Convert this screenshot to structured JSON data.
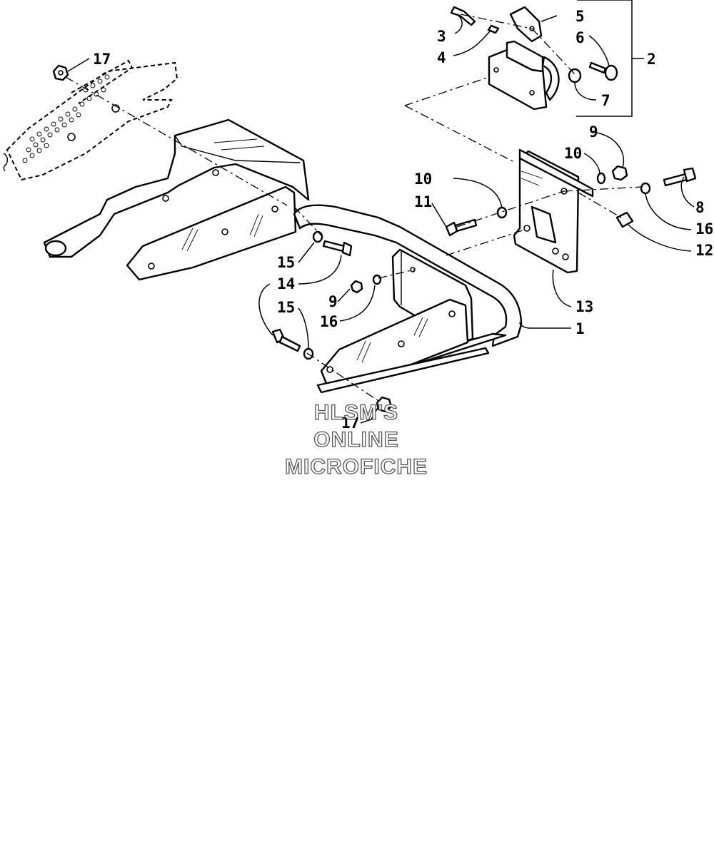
{
  "callouts": [
    {
      "id": "c1",
      "text": "1"
    },
    {
      "id": "c2",
      "text": "2"
    },
    {
      "id": "c3",
      "text": "3"
    },
    {
      "id": "c4",
      "text": "4"
    },
    {
      "id": "c5",
      "text": "5"
    },
    {
      "id": "c6",
      "text": "6"
    },
    {
      "id": "c7",
      "text": "7"
    },
    {
      "id": "c8",
      "text": "8"
    },
    {
      "id": "c9a",
      "text": "9"
    },
    {
      "id": "c9b",
      "text": "9"
    },
    {
      "id": "c10a",
      "text": "10"
    },
    {
      "id": "c10b",
      "text": "10"
    },
    {
      "id": "c11",
      "text": "11"
    },
    {
      "id": "c12",
      "text": "12"
    },
    {
      "id": "c13",
      "text": "13"
    },
    {
      "id": "c14",
      "text": "14"
    },
    {
      "id": "c15a",
      "text": "15"
    },
    {
      "id": "c15b",
      "text": "15"
    },
    {
      "id": "c16a",
      "text": "16"
    },
    {
      "id": "c16b",
      "text": "16"
    },
    {
      "id": "c17a",
      "text": "17"
    },
    {
      "id": "c17b",
      "text": "17"
    }
  ],
  "watermark": [
    "HLSM'S",
    "ONLINE",
    "MICROFICHE"
  ]
}
